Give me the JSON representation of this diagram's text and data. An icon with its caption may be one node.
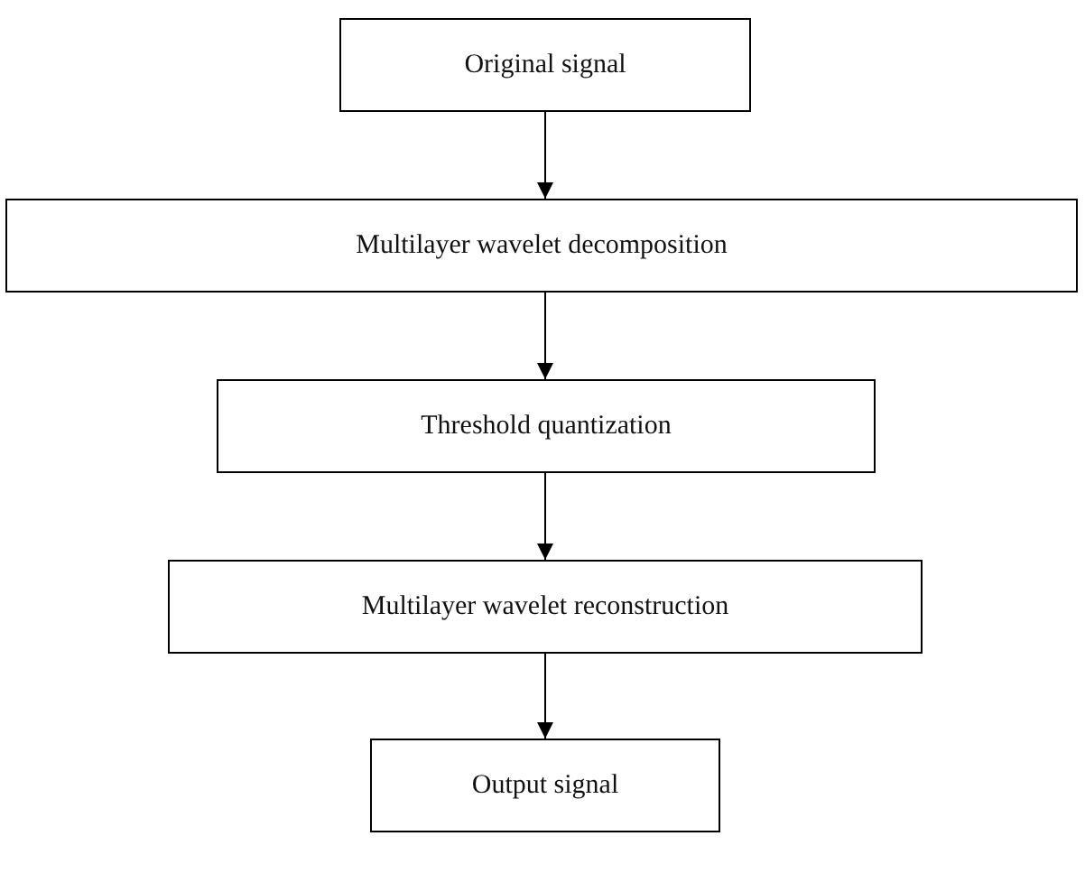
{
  "diagram": {
    "nodes": [
      {
        "text": [
          "Original signal"
        ]
      },
      {
        "text": [
          "Multilayer wavelet decomposition"
        ]
      },
      {
        "text": [
          "Threshold quantization"
        ]
      },
      {
        "text": [
          "Multilayer wavelet reconstruction"
        ]
      },
      {
        "text": [
          "Output signal"
        ]
      }
    ],
    "edges": [
      {
        "from": 0,
        "to": 1,
        "arrow": "to"
      },
      {
        "from": 1,
        "to": 2,
        "arrow": "to"
      },
      {
        "from": 2,
        "to": 3,
        "arrow": "to"
      },
      {
        "from": 3,
        "to": 4,
        "arrow": "to"
      }
    ]
  }
}
